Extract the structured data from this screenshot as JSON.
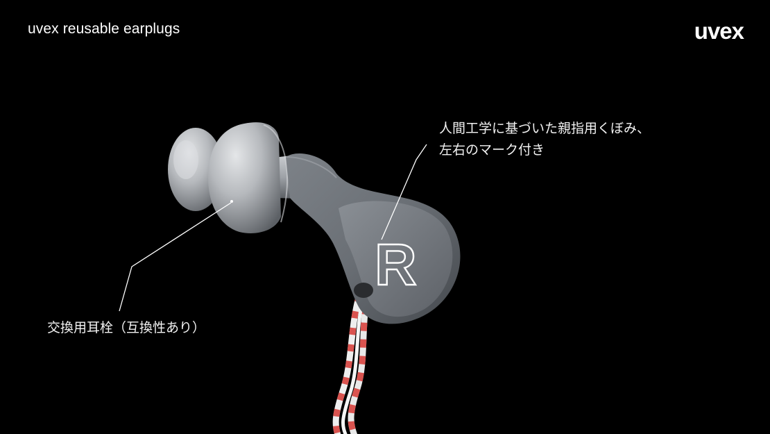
{
  "header": {
    "product_title": "uvex reusable earplugs",
    "brand_logo_text": "uvex"
  },
  "callouts": {
    "thumb_grip": {
      "line1": "人間工学に基づいた親指用くぼみ、",
      "line2": "左右のマーク付き"
    },
    "ear_tips": {
      "text": "交換用耳栓（互換性あり）"
    }
  },
  "earplug": {
    "side_marking": "R"
  },
  "colors": {
    "background": "#000000",
    "text": "#ffffff",
    "earplug_body": "#6c7177",
    "ear_tip": "#b9bcc0",
    "cord_red": "#d9534f",
    "cord_white": "#eeeeee"
  }
}
